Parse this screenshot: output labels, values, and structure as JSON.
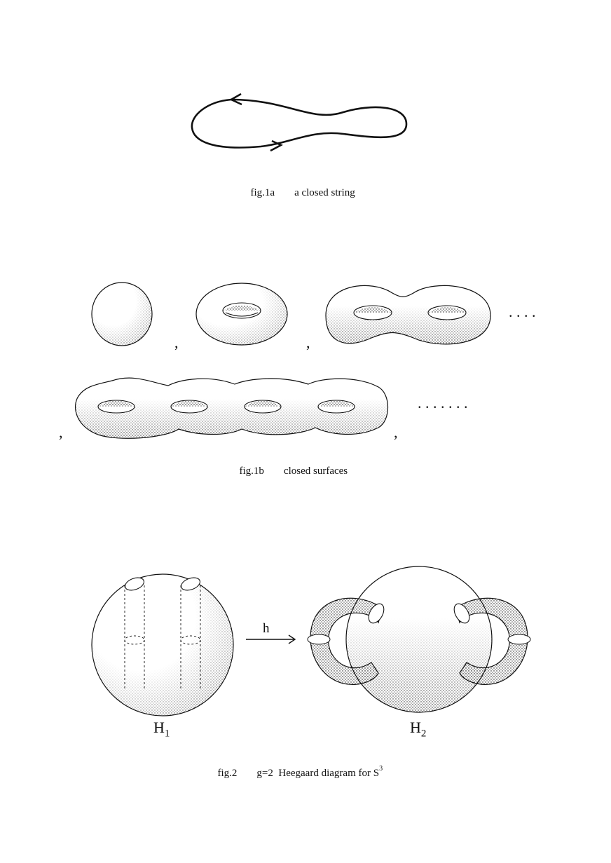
{
  "fig1a": {
    "number": "fig.1a",
    "caption": "a closed string"
  },
  "fig1b": {
    "number": "fig.1b",
    "caption": "closed surfaces",
    "comma": ",",
    "dots_short": ". . . .",
    "dots_long": ". . . . . . ."
  },
  "fig2": {
    "number": "fig.2",
    "caption_main": "g=2  Heegaard diagram for S",
    "caption_sup": "3",
    "map_label": "h",
    "left_label": "H",
    "left_sub": "1",
    "right_label": "H",
    "right_sub": "2"
  },
  "colors": {
    "ink": "#111111",
    "paper": "#ffffff"
  }
}
